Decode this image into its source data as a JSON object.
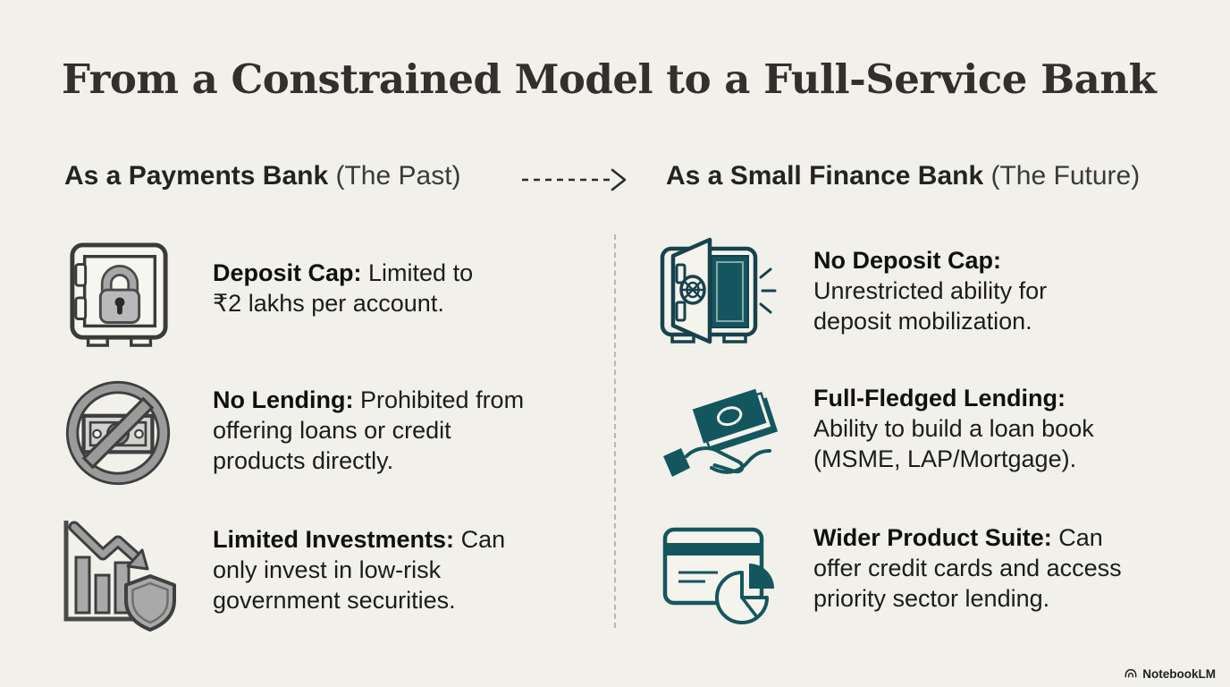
{
  "page": {
    "background_color": "#f1f0ea",
    "accent_teal": "#14565e",
    "icon_gray": "#9b9b9b",
    "title": "From a Constrained Model to a Full-Service Bank"
  },
  "columns": {
    "past": {
      "heading_bold": "As a Payments Bank",
      "heading_light": "(The Past)"
    },
    "future": {
      "heading_bold": "As a Small Finance Bank",
      "heading_light": "(The Future)"
    }
  },
  "transition": {
    "icon": "dashed-arrow-right-icon"
  },
  "past_items": [
    {
      "icon": "locked-safe-icon",
      "label": "Deposit Cap:",
      "text": "Limited to\n₹2 lakhs per account."
    },
    {
      "icon": "no-money-prohibited-icon",
      "label": "No Lending:",
      "text": "Prohibited from\noffering loans or credit\nproducts directly."
    },
    {
      "icon": "declining-chart-shield-icon",
      "label": "Limited Investments:",
      "text": "Can\nonly invest in low-risk\ngovernment securities."
    }
  ],
  "future_items": [
    {
      "icon": "open-vault-icon",
      "label": "No Deposit Cap:",
      "text": "\nUnrestricted ability for\ndeposit mobilization."
    },
    {
      "icon": "money-in-hand-icon",
      "label": "Full-Fledged Lending:",
      "text": "\nAbility to build a loan book\n(MSME, LAP/Mortgage)."
    },
    {
      "icon": "credit-card-pie-icon",
      "label": "Wider Product Suite:",
      "text": "Can\noffer credit cards and access\npriority sector lending."
    }
  ],
  "footer": {
    "logo_icon": "notebooklm-logo-icon",
    "brand_label": "NotebookLM"
  }
}
